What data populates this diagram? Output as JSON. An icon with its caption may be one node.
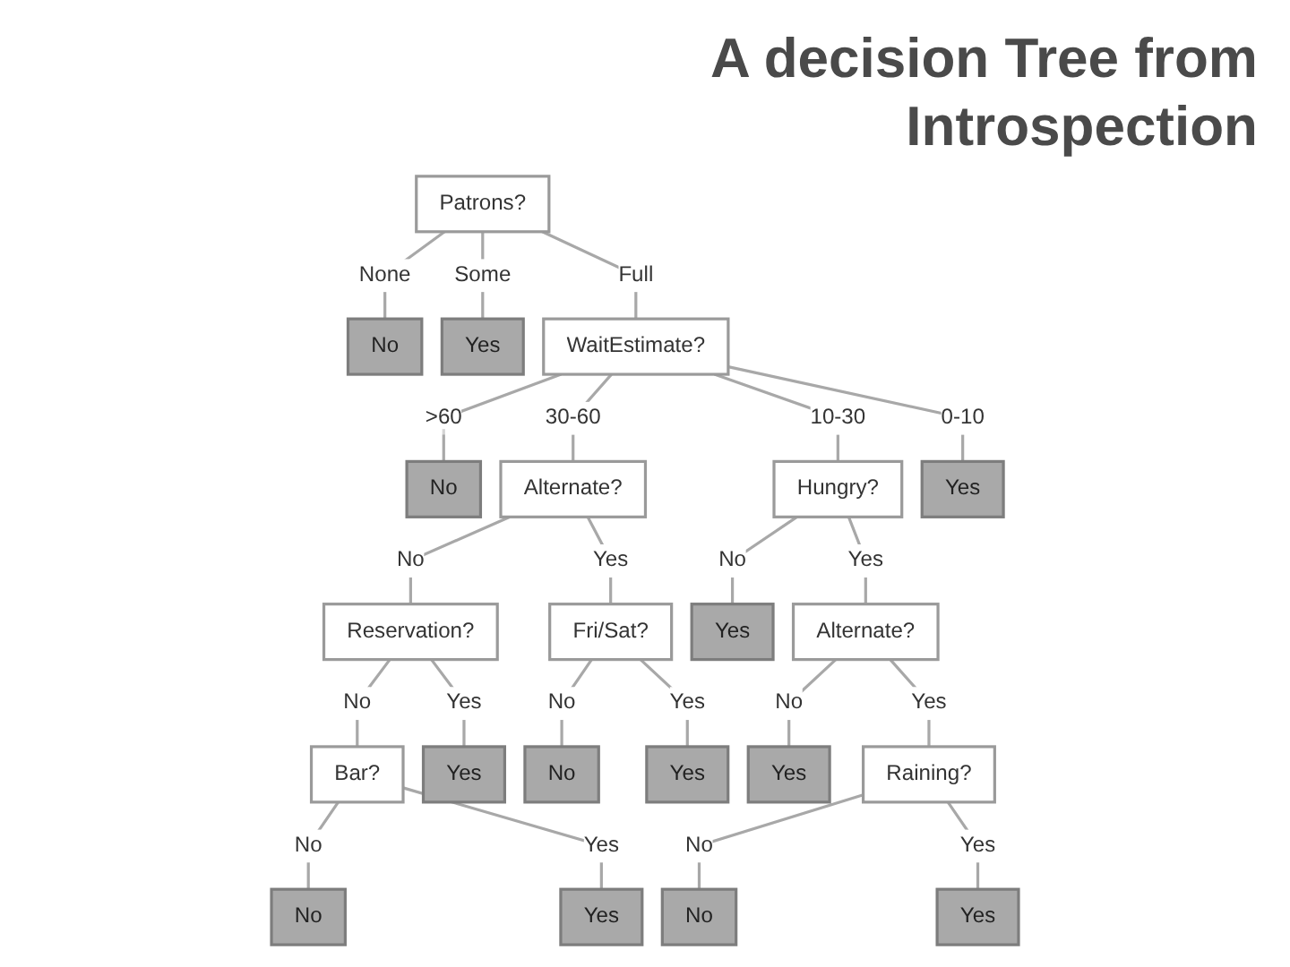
{
  "diagram": {
    "title": "A decision Tree from Introspection",
    "nodes": [
      {
        "text": [
          "Patrons?"
        ]
      },
      {
        "text": [
          "No"
        ]
      },
      {
        "text": [
          "Yes"
        ]
      },
      {
        "text": [
          "WaitEstimate?"
        ]
      },
      {
        "text": [
          "No"
        ]
      },
      {
        "text": [
          "Alternate?"
        ]
      },
      {
        "text": [
          "Hungry?"
        ]
      },
      {
        "text": [
          "Yes"
        ]
      },
      {
        "text": [
          "Reservation?"
        ]
      },
      {
        "text": [
          "Fri/Sat?"
        ]
      },
      {
        "text": [
          "Yes"
        ]
      },
      {
        "text": [
          "Alternate?"
        ]
      },
      {
        "text": [
          "Bar?"
        ]
      },
      {
        "text": [
          "Yes"
        ]
      },
      {
        "text": [
          "No"
        ]
      },
      {
        "text": [
          "Yes"
        ]
      },
      {
        "text": [
          "Yes"
        ]
      },
      {
        "text": [
          "Raining?"
        ]
      },
      {
        "text": [
          "No"
        ]
      },
      {
        "text": [
          "Yes"
        ]
      },
      {
        "text": [
          "No"
        ]
      },
      {
        "text": [
          "Yes"
        ]
      }
    ],
    "edges": [
      {
        "from": 0,
        "to": 1,
        "arrow": "none",
        "label": "None"
      },
      {
        "from": 0,
        "to": 2,
        "arrow": "none",
        "label": "Some"
      },
      {
        "from": 0,
        "to": 3,
        "arrow": "none",
        "label": "Full"
      },
      {
        "from": 3,
        "to": 4,
        "arrow": "none",
        "label": ">60"
      },
      {
        "from": 3,
        "to": 5,
        "arrow": "none",
        "label": "30-60"
      },
      {
        "from": 3,
        "to": 6,
        "arrow": "none",
        "label": "10-30"
      },
      {
        "from": 3,
        "to": 7,
        "arrow": "none",
        "label": "0-10"
      },
      {
        "from": 5,
        "to": 8,
        "arrow": "none",
        "label": "No"
      },
      {
        "from": 5,
        "to": 9,
        "arrow": "none",
        "label": "Yes"
      },
      {
        "from": 6,
        "to": 10,
        "arrow": "none",
        "label": "No"
      },
      {
        "from": 6,
        "to": 11,
        "arrow": "none",
        "label": "Yes"
      },
      {
        "from": 8,
        "to": 12,
        "arrow": "none",
        "label": "No"
      },
      {
        "from": 8,
        "to": 13,
        "arrow": "none",
        "label": "Yes"
      },
      {
        "from": 9,
        "to": 14,
        "arrow": "none",
        "label": "No"
      },
      {
        "from": 9,
        "to": 15,
        "arrow": "none",
        "label": "Yes"
      },
      {
        "from": 11,
        "to": 16,
        "arrow": "none",
        "label": "No"
      },
      {
        "from": 11,
        "to": 17,
        "arrow": "none",
        "label": "Yes"
      },
      {
        "from": 12,
        "to": 18,
        "arrow": "none",
        "label": "No"
      },
      {
        "from": 12,
        "to": 19,
        "arrow": "none",
        "label": "Yes"
      },
      {
        "from": 17,
        "to": 20,
        "arrow": "none",
        "label": "No"
      },
      {
        "from": 17,
        "to": 21,
        "arrow": "none",
        "label": "Yes"
      }
    ]
  }
}
